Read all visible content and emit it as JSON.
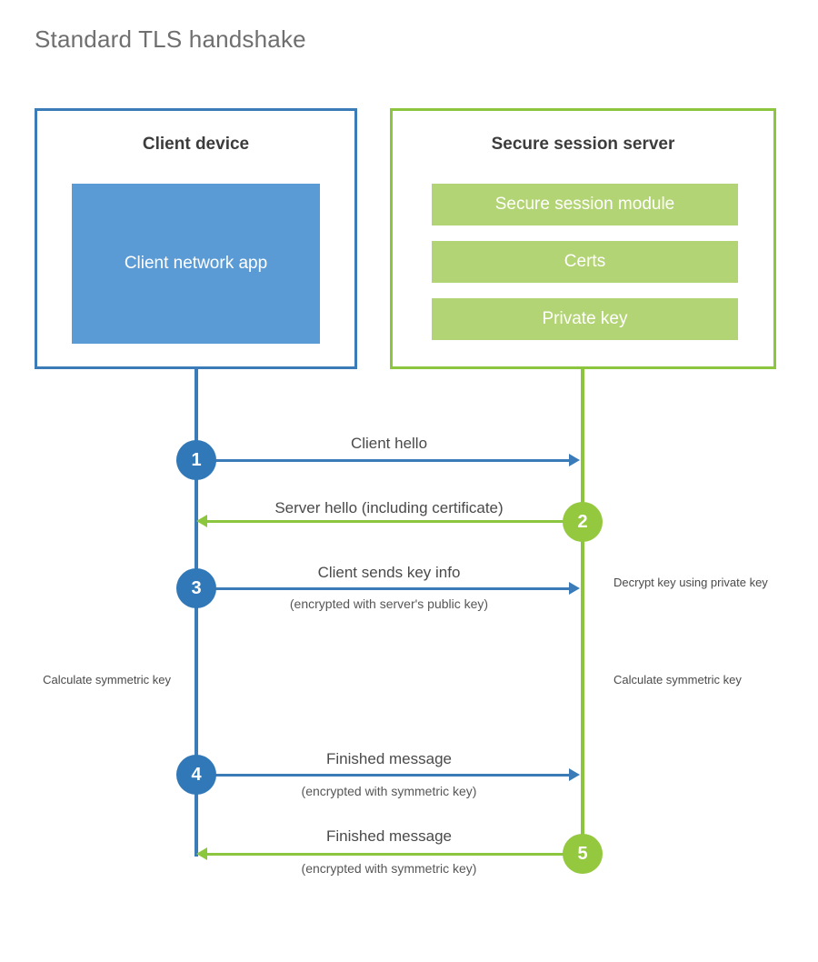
{
  "title": "Standard TLS handshake",
  "colors": {
    "client_border": "#3b7cb8",
    "client_fill": "#5b9bd5",
    "client_circle": "#3178b8",
    "server_border": "#8cc63f",
    "server_fill": "#b3d474",
    "server_circle": "#93c83f",
    "title_text": "#6f6f6f",
    "body_text": "#4a4a4a",
    "background": "#ffffff"
  },
  "client": {
    "title": "Client device",
    "app_label": "Client network app"
  },
  "server": {
    "title": "Secure session server",
    "blocks": [
      {
        "label": "Secure session module"
      },
      {
        "label": "Certs"
      },
      {
        "label": "Private key"
      }
    ]
  },
  "steps": [
    {
      "number": "1",
      "label": "Client hello",
      "sublabel": "",
      "direction": "client-to-server",
      "color": "blue"
    },
    {
      "number": "2",
      "label": "Server hello (including certificate)",
      "sublabel": "",
      "direction": "server-to-client",
      "color": "green"
    },
    {
      "number": "3",
      "label": "Client sends key info",
      "sublabel": "(encrypted with server's public key)",
      "direction": "client-to-server",
      "color": "blue"
    },
    {
      "number": "4",
      "label": "Finished message",
      "sublabel": "(encrypted with symmetric key)",
      "direction": "client-to-server",
      "color": "blue"
    },
    {
      "number": "5",
      "label": "Finished message",
      "sublabel": "(encrypted with symmetric key)",
      "direction": "server-to-client",
      "color": "green"
    }
  ],
  "annotations": {
    "decrypt_key": "Decrypt key using private key",
    "client_calculate": "Calculate symmetric key",
    "server_calculate": "Calculate symmetric key"
  }
}
